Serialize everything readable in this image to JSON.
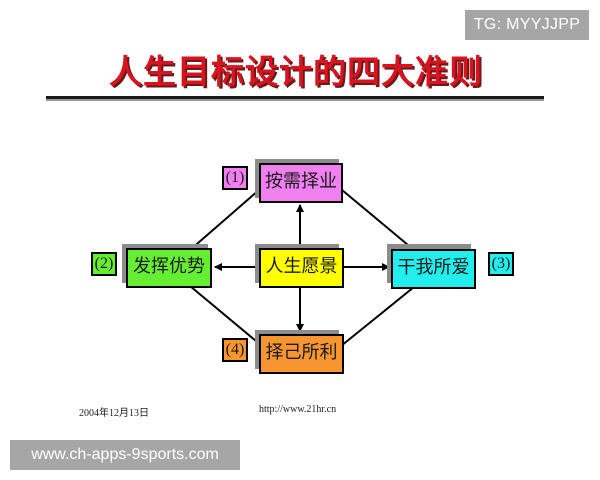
{
  "watermarks": {
    "top": "TG: MYYJJPP",
    "bottom": "www.ch-apps-9sports.com"
  },
  "slide": {
    "title": "人生目标设计的四大准则",
    "title_color": "#d81420",
    "footer_date": "2004年12月13日",
    "footer_url": "http://www.21hr.cn"
  },
  "diagram": {
    "center": {
      "label": "人生愿景",
      "color": "#ffff00"
    },
    "nodes": [
      {
        "id": "top",
        "tag": "(1)",
        "label": "按需择业",
        "color": "#f080f0"
      },
      {
        "id": "left",
        "tag": "(2)",
        "label": "发挥优势",
        "color": "#66ee33"
      },
      {
        "id": "right",
        "tag": "(3)",
        "label": "干我所爱",
        "color": "#22eeee"
      },
      {
        "id": "bottom",
        "tag": "(4)",
        "label": "择己所利",
        "color": "#f79530"
      }
    ],
    "edges": [
      {
        "from": "center",
        "to": "top",
        "arrow": true
      },
      {
        "from": "center",
        "to": "left",
        "arrow": true
      },
      {
        "from": "center",
        "to": "right",
        "arrow": true
      },
      {
        "from": "center",
        "to": "bottom",
        "arrow": true
      },
      {
        "from": "top",
        "to": "left",
        "arrow": false
      },
      {
        "from": "top",
        "to": "right",
        "arrow": false
      },
      {
        "from": "bottom",
        "to": "left",
        "arrow": false
      },
      {
        "from": "bottom",
        "to": "right",
        "arrow": false
      }
    ]
  }
}
